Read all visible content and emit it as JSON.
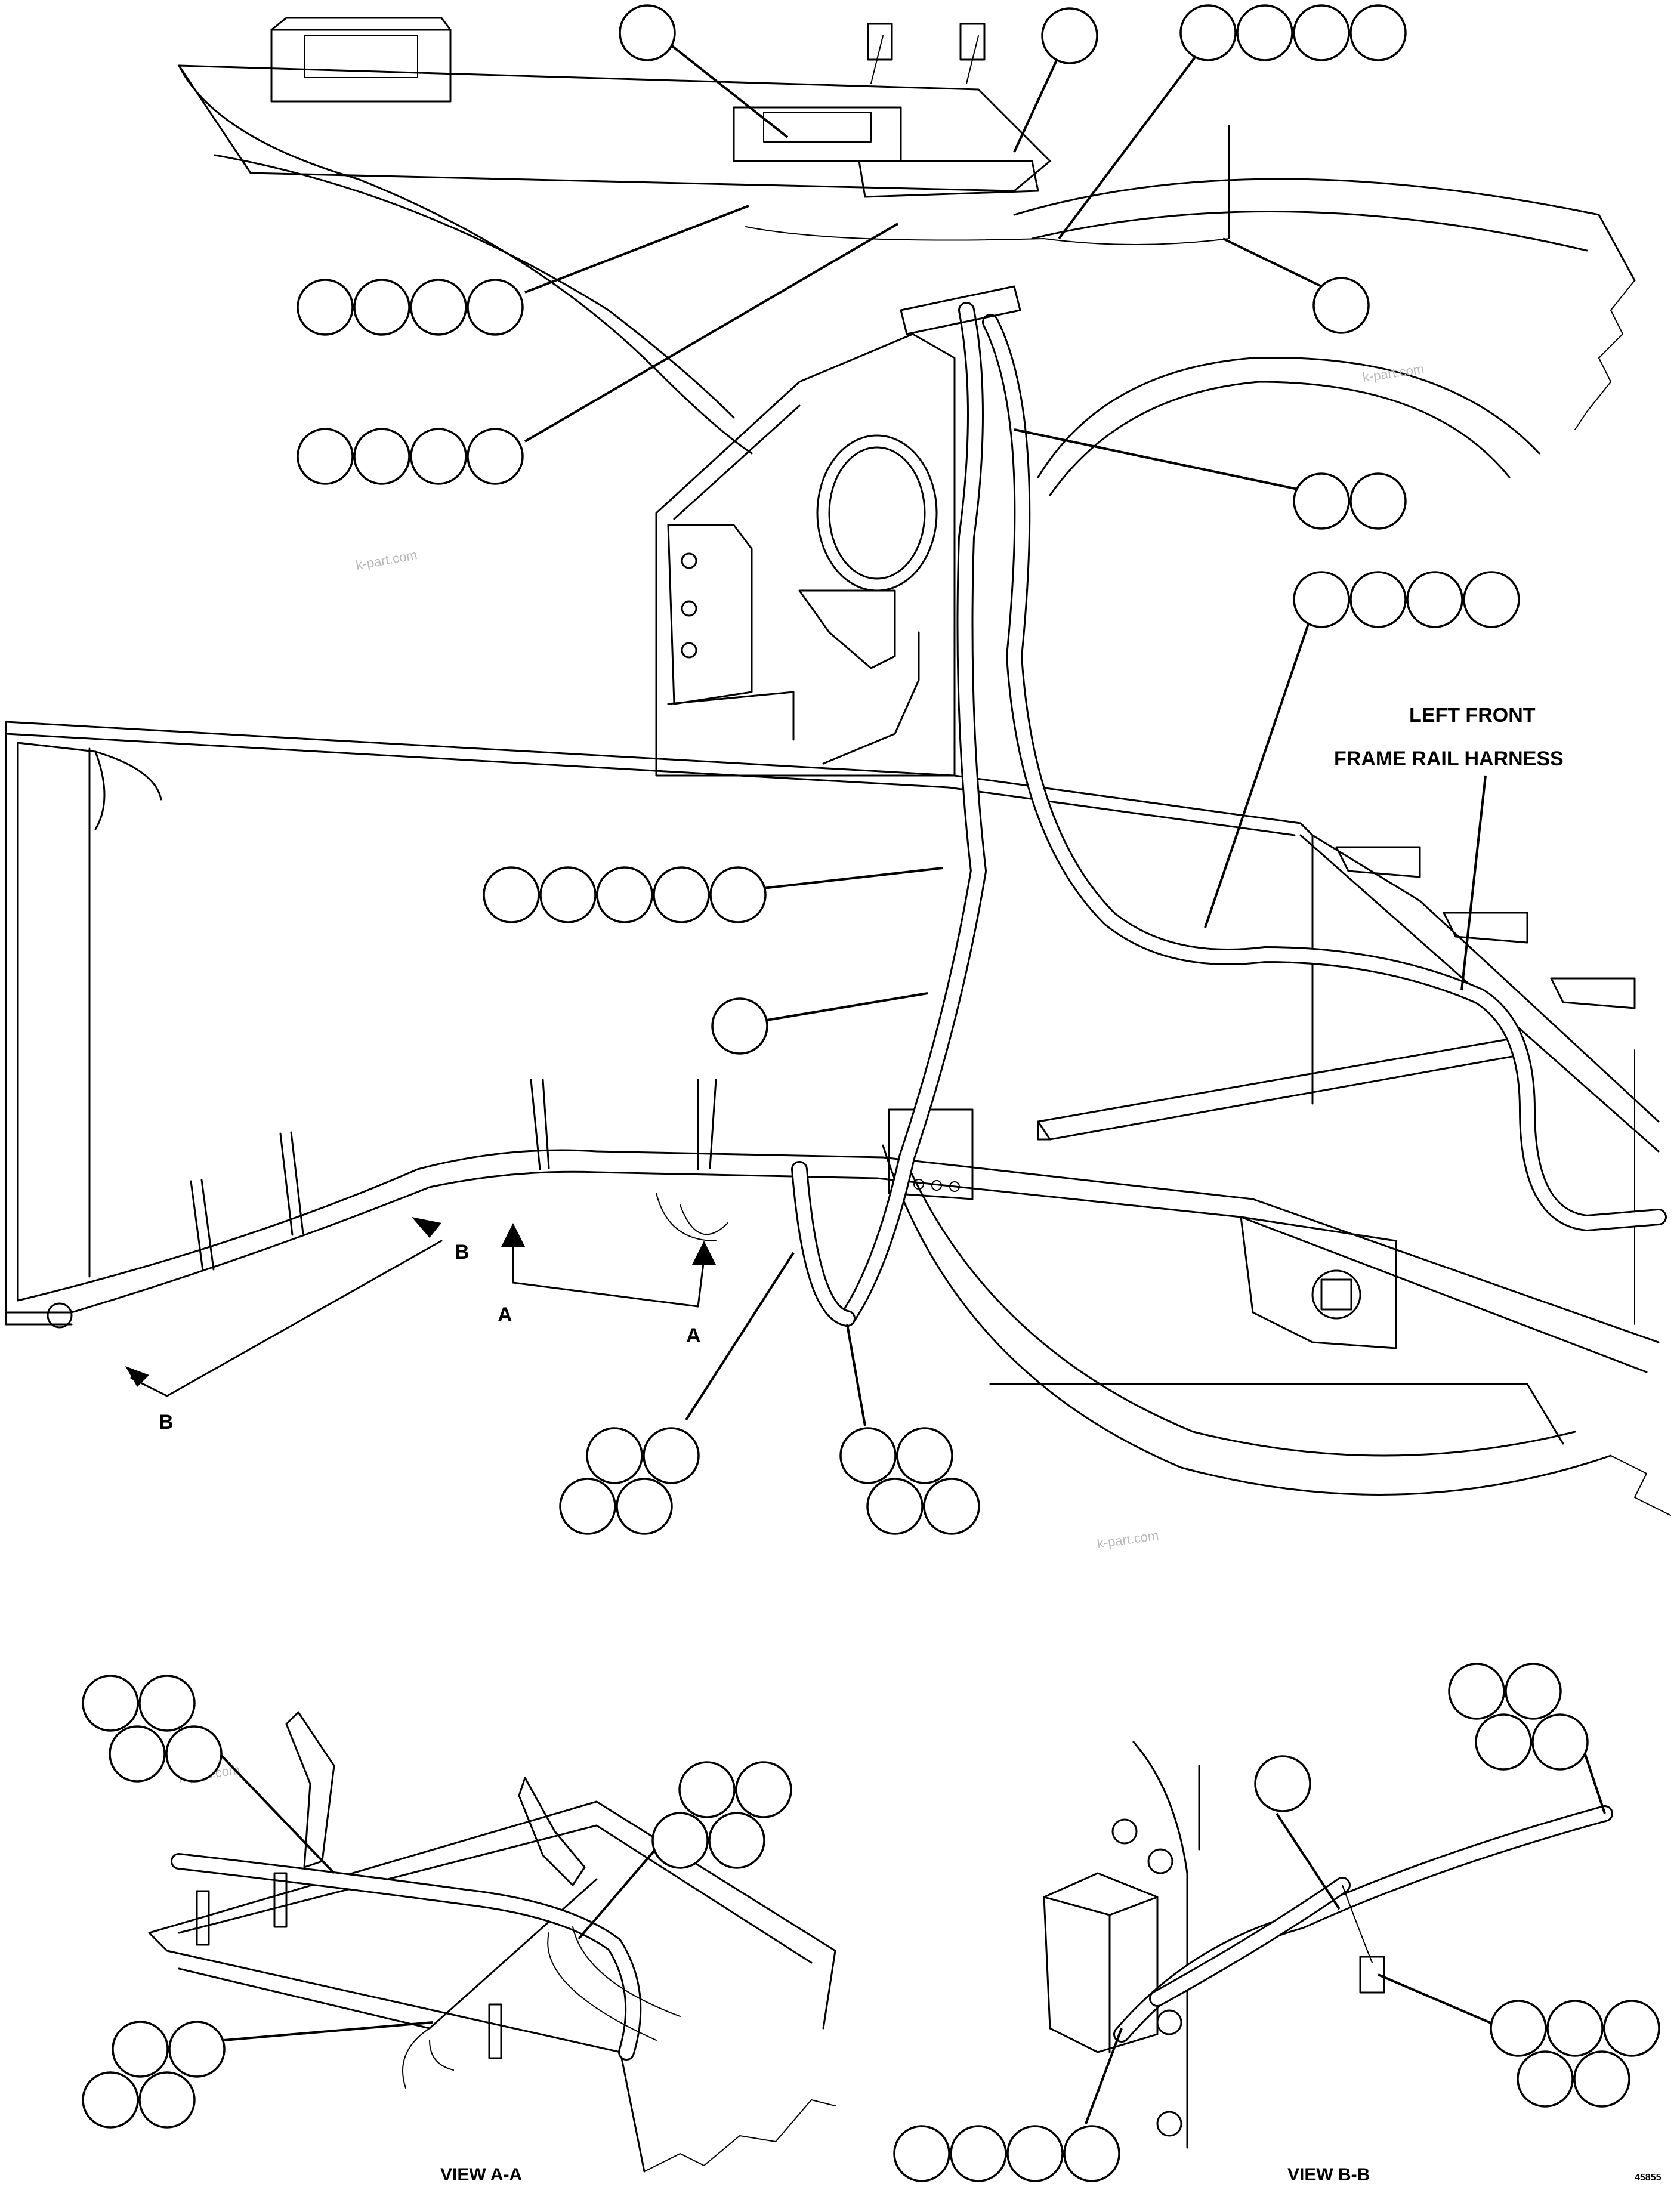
{
  "callouts": {
    "harness_name_line1": "LEFT FRONT",
    "harness_name_line2": "FRAME RAIL HARNESS"
  },
  "section_markers": {
    "a1": "A",
    "a2": "A",
    "b1": "B",
    "b2": "B"
  },
  "views": {
    "view_a": "VIEW A-A",
    "view_b": "VIEW B-B"
  },
  "drawing_number": "45855",
  "watermarks": [
    "k-part.com",
    "k-part.com",
    "k-part.com",
    "k-part.com"
  ]
}
